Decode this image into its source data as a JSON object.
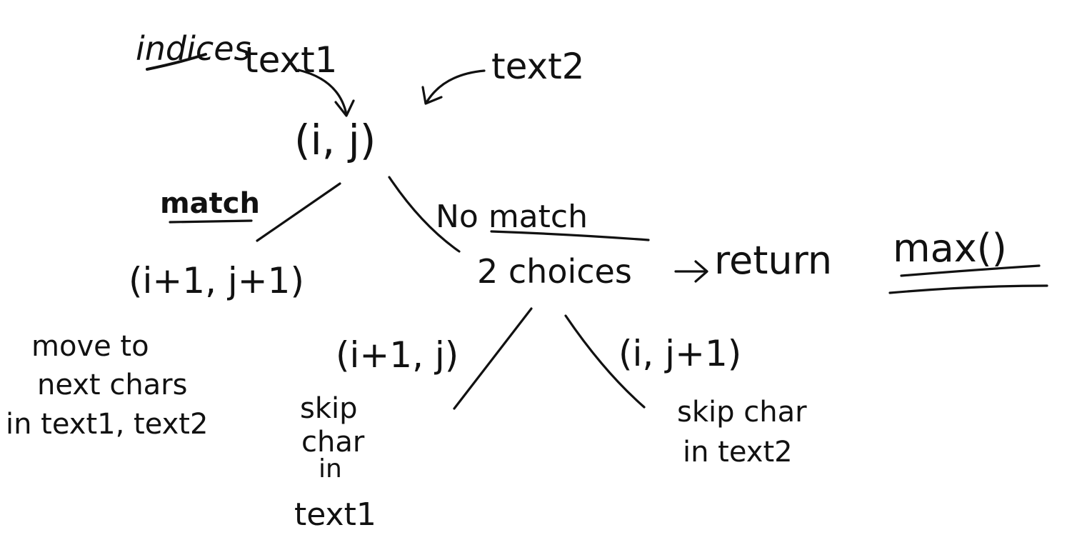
{
  "labels": {
    "indices": "indices",
    "text1": "text1",
    "text2": "text2",
    "root_node": "(i, j)",
    "match": "match",
    "no_match": "No match",
    "match_node": "(i+1, j+1)",
    "match_desc_1": "move to",
    "match_desc_2": "next chars",
    "match_desc_3": "in text1, text2",
    "choices": "2 choices",
    "return_text": "return",
    "max_text": "max()",
    "left_choice": "(i+1, j)",
    "left_desc_1": "skip",
    "left_desc_2": "char",
    "left_desc_3": "in",
    "left_desc_4": "text1",
    "right_choice": "(i, j+1)",
    "right_desc_1": "skip char",
    "right_desc_2": "in text2"
  },
  "ink_color": "#111111",
  "background_color": "#ffffff"
}
